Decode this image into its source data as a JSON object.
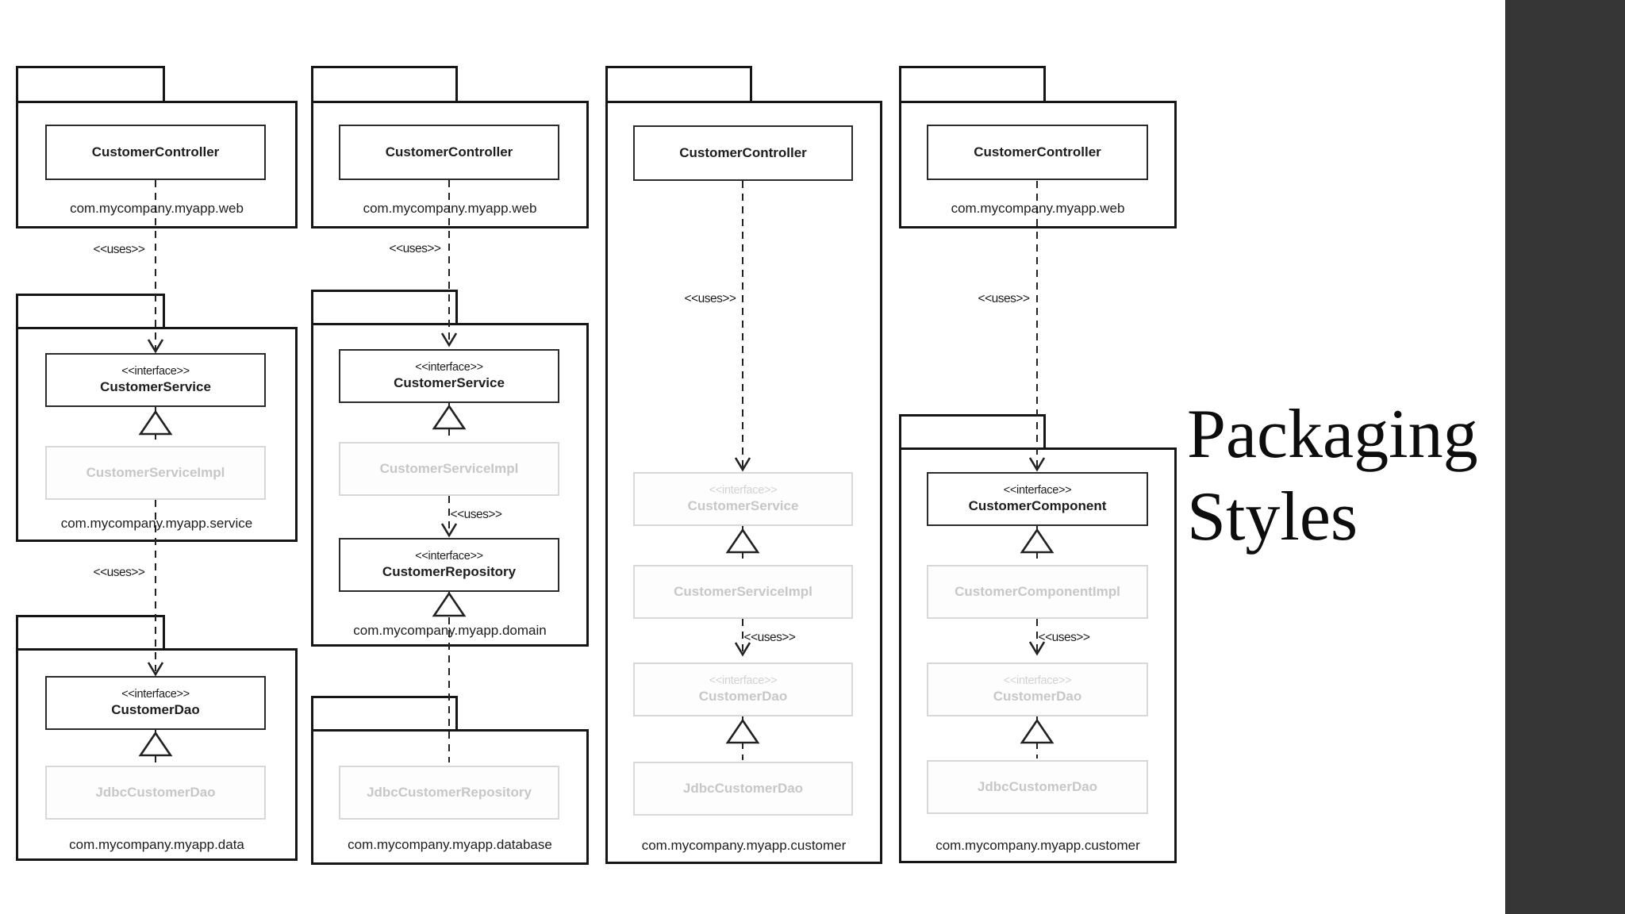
{
  "title": {
    "line1": "Packaging",
    "line2": "Styles"
  },
  "colors": {
    "sidebar": "#363636",
    "ink": "#1a1a1a",
    "muted_text": "#c7c7c7"
  },
  "diagram": {
    "uses_label": "<<uses>>",
    "columns": [
      {
        "packages": [
          {
            "label": "com.mycompany.myapp.web",
            "classes": [
              {
                "stereotype": "",
                "name": "CustomerController",
                "muted": false
              }
            ]
          },
          {
            "label": "com.mycompany.myapp.service",
            "classes": [
              {
                "stereotype": "<<interface>>",
                "name": "CustomerService",
                "muted": false
              },
              {
                "stereotype": "",
                "name": "CustomerServiceImpl",
                "muted": true
              }
            ]
          },
          {
            "label": "com.mycompany.myapp.data",
            "classes": [
              {
                "stereotype": "<<interface>>",
                "name": "CustomerDao",
                "muted": false
              },
              {
                "stereotype": "",
                "name": "JdbcCustomerDao",
                "muted": true
              }
            ]
          }
        ]
      },
      {
        "packages": [
          {
            "label": "com.mycompany.myapp.web",
            "classes": [
              {
                "stereotype": "",
                "name": "CustomerController",
                "muted": false
              }
            ]
          },
          {
            "label": "com.mycompany.myapp.domain",
            "classes": [
              {
                "stereotype": "<<interface>>",
                "name": "CustomerService",
                "muted": false
              },
              {
                "stereotype": "",
                "name": "CustomerServiceImpl",
                "muted": true
              },
              {
                "stereotype": "<<interface>>",
                "name": "CustomerRepository",
                "muted": false
              }
            ]
          },
          {
            "label": "com.mycompany.myapp.database",
            "classes": [
              {
                "stereotype": "",
                "name": "JdbcCustomerRepository",
                "muted": true
              }
            ]
          }
        ]
      },
      {
        "packages": [
          {
            "label": "com.mycompany.myapp.customer",
            "classes": [
              {
                "stereotype": "",
                "name": "CustomerController",
                "muted": false
              },
              {
                "stereotype": "<<interface>>",
                "name": "CustomerService",
                "muted": true
              },
              {
                "stereotype": "",
                "name": "CustomerServiceImpl",
                "muted": true
              },
              {
                "stereotype": "<<interface>>",
                "name": "CustomerDao",
                "muted": true
              },
              {
                "stereotype": "",
                "name": "JdbcCustomerDao",
                "muted": true
              }
            ]
          }
        ]
      },
      {
        "packages": [
          {
            "label": "com.mycompany.myapp.web",
            "classes": [
              {
                "stereotype": "",
                "name": "CustomerController",
                "muted": false
              }
            ]
          },
          {
            "label": "com.mycompany.myapp.customer",
            "classes": [
              {
                "stereotype": "<<interface>>",
                "name": "CustomerComponent",
                "muted": false
              },
              {
                "stereotype": "",
                "name": "CustomerComponentImpl",
                "muted": true
              },
              {
                "stereotype": "<<interface>>",
                "name": "CustomerDao",
                "muted": true
              },
              {
                "stereotype": "",
                "name": "JdbcCustomerDao",
                "muted": true
              }
            ]
          }
        ]
      }
    ]
  }
}
